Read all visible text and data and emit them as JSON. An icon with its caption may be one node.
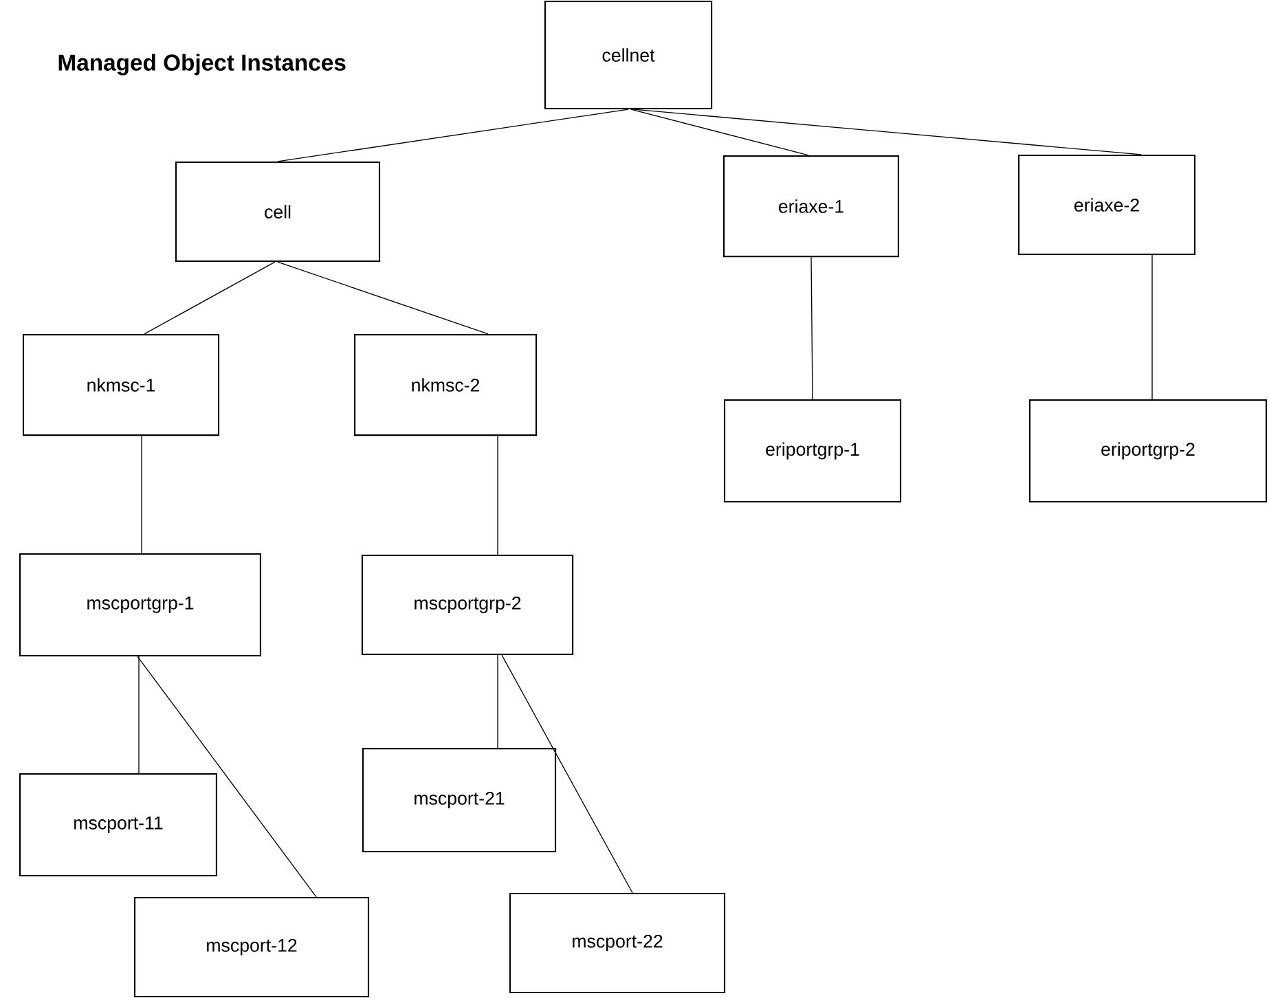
{
  "diagram": {
    "title": "Managed Object Instances",
    "nodes": [
      {
        "text": [
          "cellnet"
        ]
      },
      {
        "text": [
          "cell"
        ]
      },
      {
        "text": [
          "eriaxe-1"
        ]
      },
      {
        "text": [
          "eriaxe-2"
        ]
      },
      {
        "text": [
          "nkmsc-1"
        ]
      },
      {
        "text": [
          "nkmsc-2"
        ]
      },
      {
        "text": [
          "eriportgrp-1"
        ]
      },
      {
        "text": [
          "eriportgrp-2"
        ]
      },
      {
        "text": [
          "mscportgrp-1"
        ]
      },
      {
        "text": [
          "mscportgrp-2"
        ]
      },
      {
        "text": [
          "mscport-11"
        ]
      },
      {
        "text": [
          "mscport-12"
        ]
      },
      {
        "text": [
          "mscport-21"
        ]
      },
      {
        "text": [
          "mscport-22"
        ]
      }
    ],
    "edges": [
      {
        "from": 0,
        "to": 1,
        "arrow": "none"
      },
      {
        "from": 0,
        "to": 2,
        "arrow": "none"
      },
      {
        "from": 0,
        "to": 3,
        "arrow": "none"
      },
      {
        "from": 1,
        "to": 4,
        "arrow": "none"
      },
      {
        "from": 1,
        "to": 5,
        "arrow": "none"
      },
      {
        "from": 2,
        "to": 6,
        "arrow": "none"
      },
      {
        "from": 3,
        "to": 7,
        "arrow": "none"
      },
      {
        "from": 4,
        "to": 8,
        "arrow": "none"
      },
      {
        "from": 5,
        "to": 9,
        "arrow": "none"
      },
      {
        "from": 8,
        "to": 10,
        "arrow": "none"
      },
      {
        "from": 8,
        "to": 11,
        "arrow": "none"
      },
      {
        "from": 9,
        "to": 12,
        "arrow": "none"
      },
      {
        "from": 9,
        "to": 13,
        "arrow": "none"
      }
    ]
  }
}
